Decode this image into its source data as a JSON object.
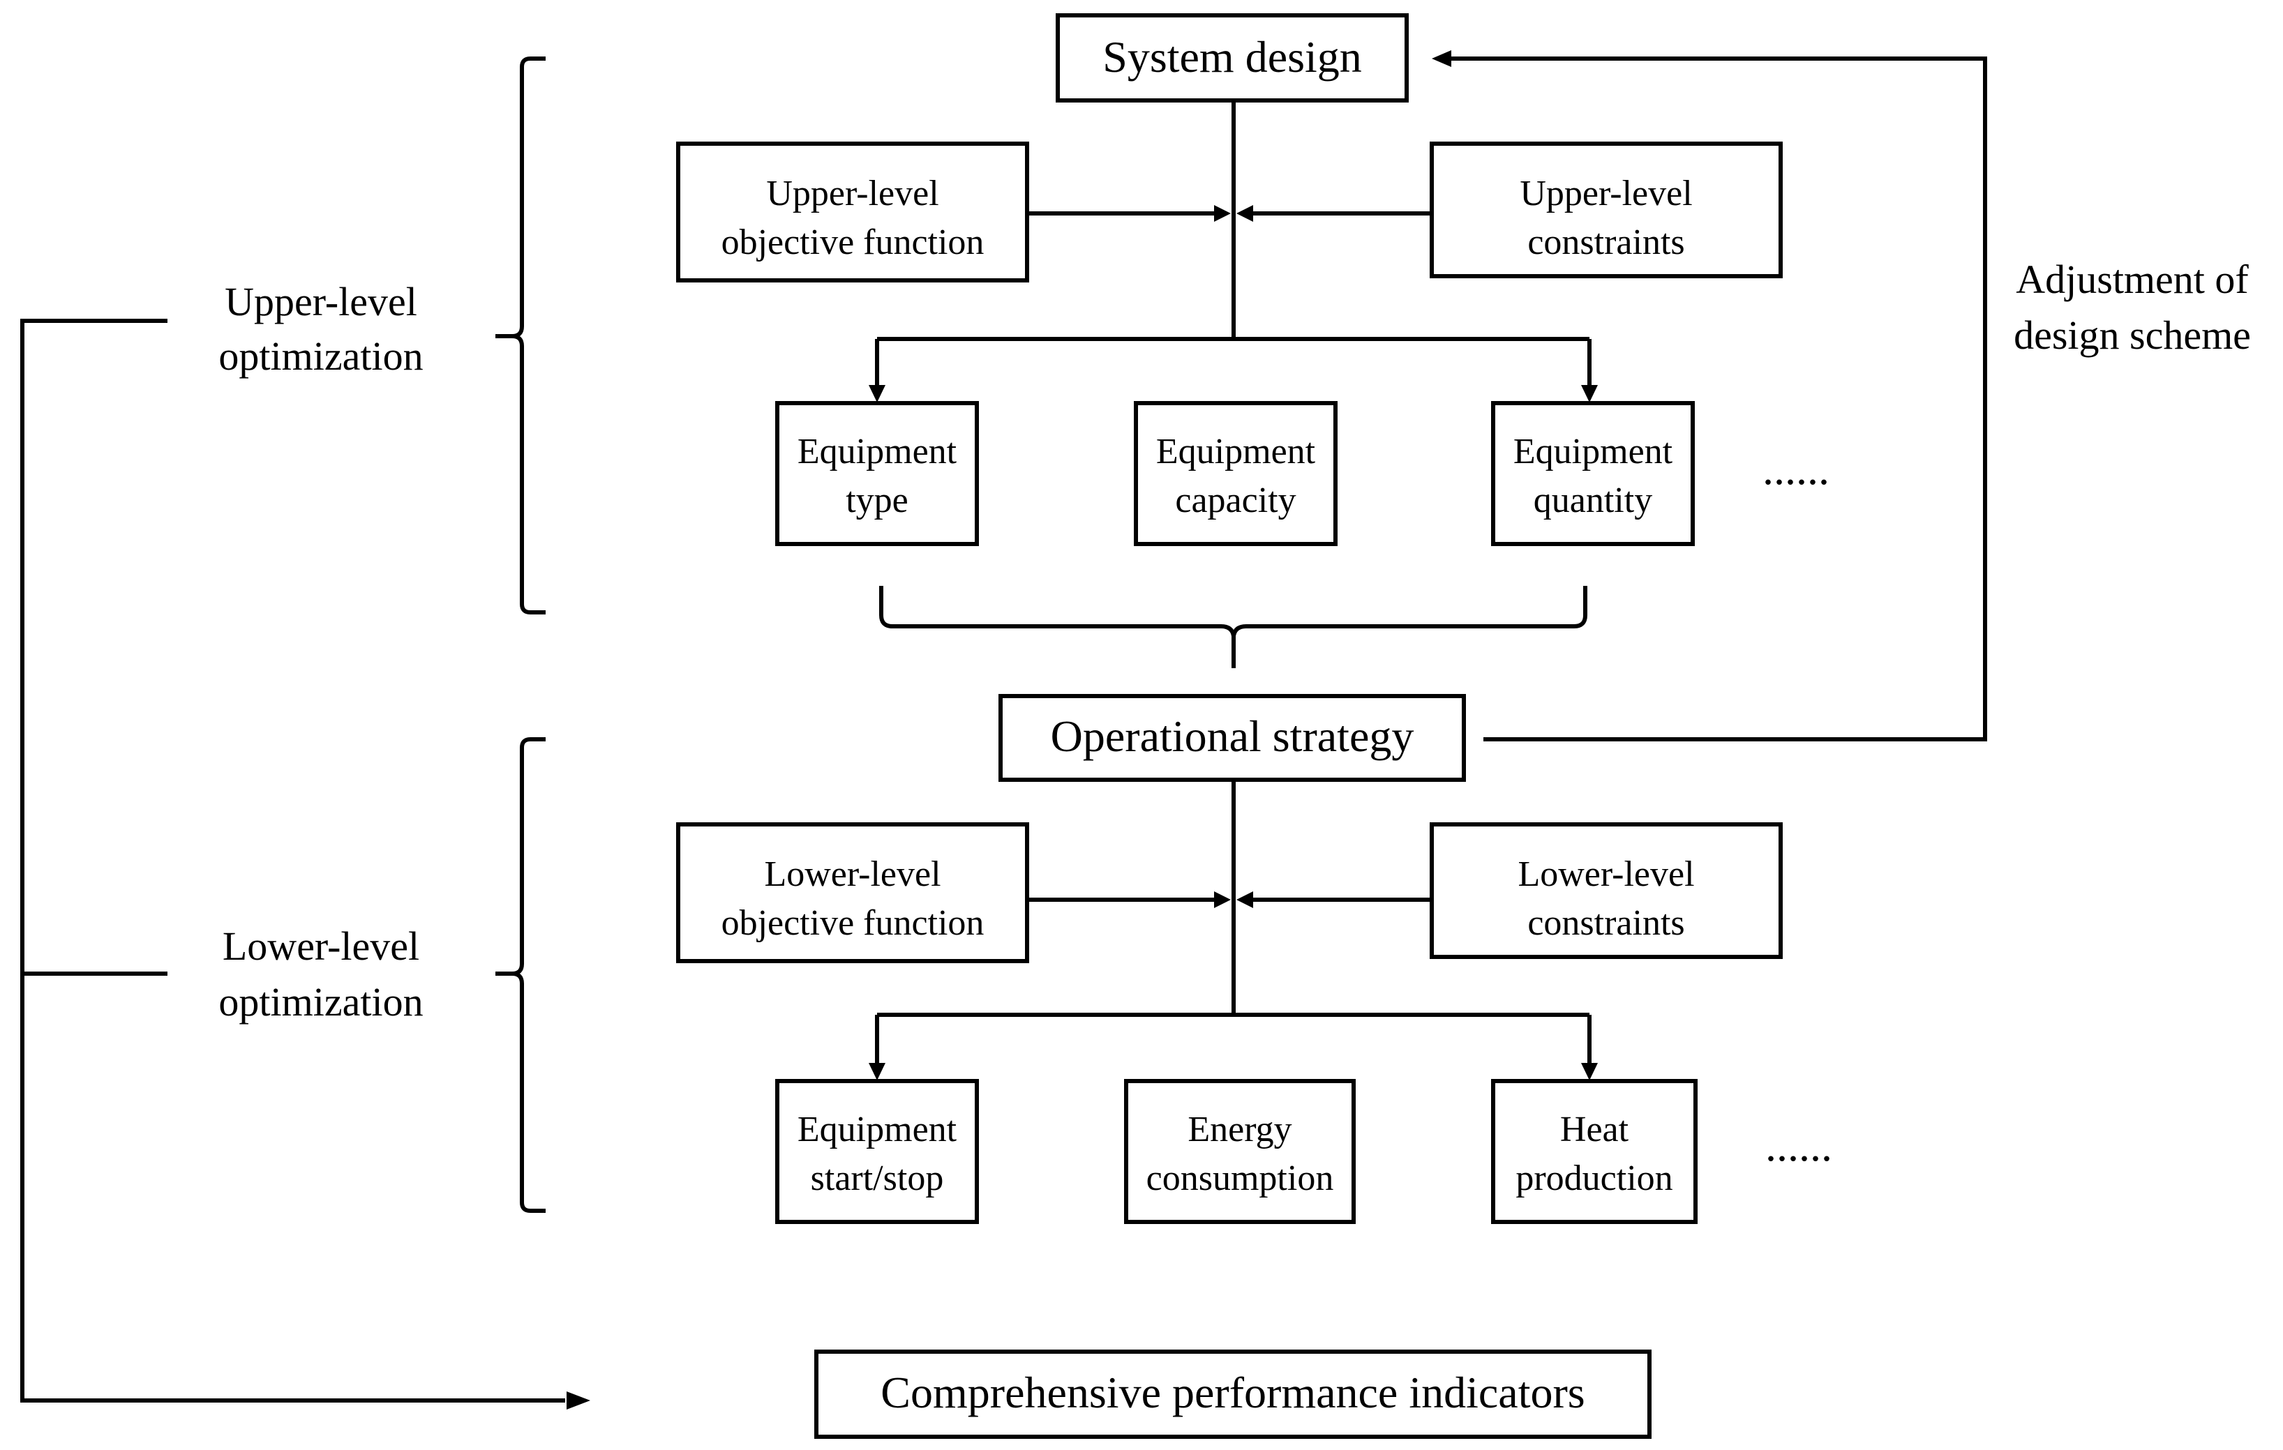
{
  "diagram": {
    "nodes": {
      "system_design": "System design",
      "upper_objective": [
        "Upper-level",
        "objective function"
      ],
      "upper_constraints": [
        "Upper-level",
        "constraints"
      ],
      "equipment_type": [
        "Equipment",
        "type"
      ],
      "equipment_capacity": [
        "Equipment",
        "capacity"
      ],
      "equipment_quantity": [
        "Equipment",
        "quantity"
      ],
      "operational_strategy": "Operational strategy",
      "lower_objective": [
        "Lower-level",
        "objective function"
      ],
      "lower_constraints": [
        "Lower-level",
        "constraints"
      ],
      "equipment_start_stop": [
        "Equipment",
        "start/stop"
      ],
      "energy_consumption": [
        "Energy",
        "consumption"
      ],
      "heat_production": [
        "Heat",
        "production"
      ],
      "comprehensive_indicators": "Comprehensive performance indicators"
    },
    "labels": {
      "upper_optimization": [
        "Upper-level",
        "optimization"
      ],
      "lower_optimization": [
        "Lower-level",
        "optimization"
      ],
      "adjustment": [
        "Adjustment of",
        "design scheme"
      ],
      "ellipsis_upper": "......",
      "ellipsis_lower": "......"
    }
  }
}
